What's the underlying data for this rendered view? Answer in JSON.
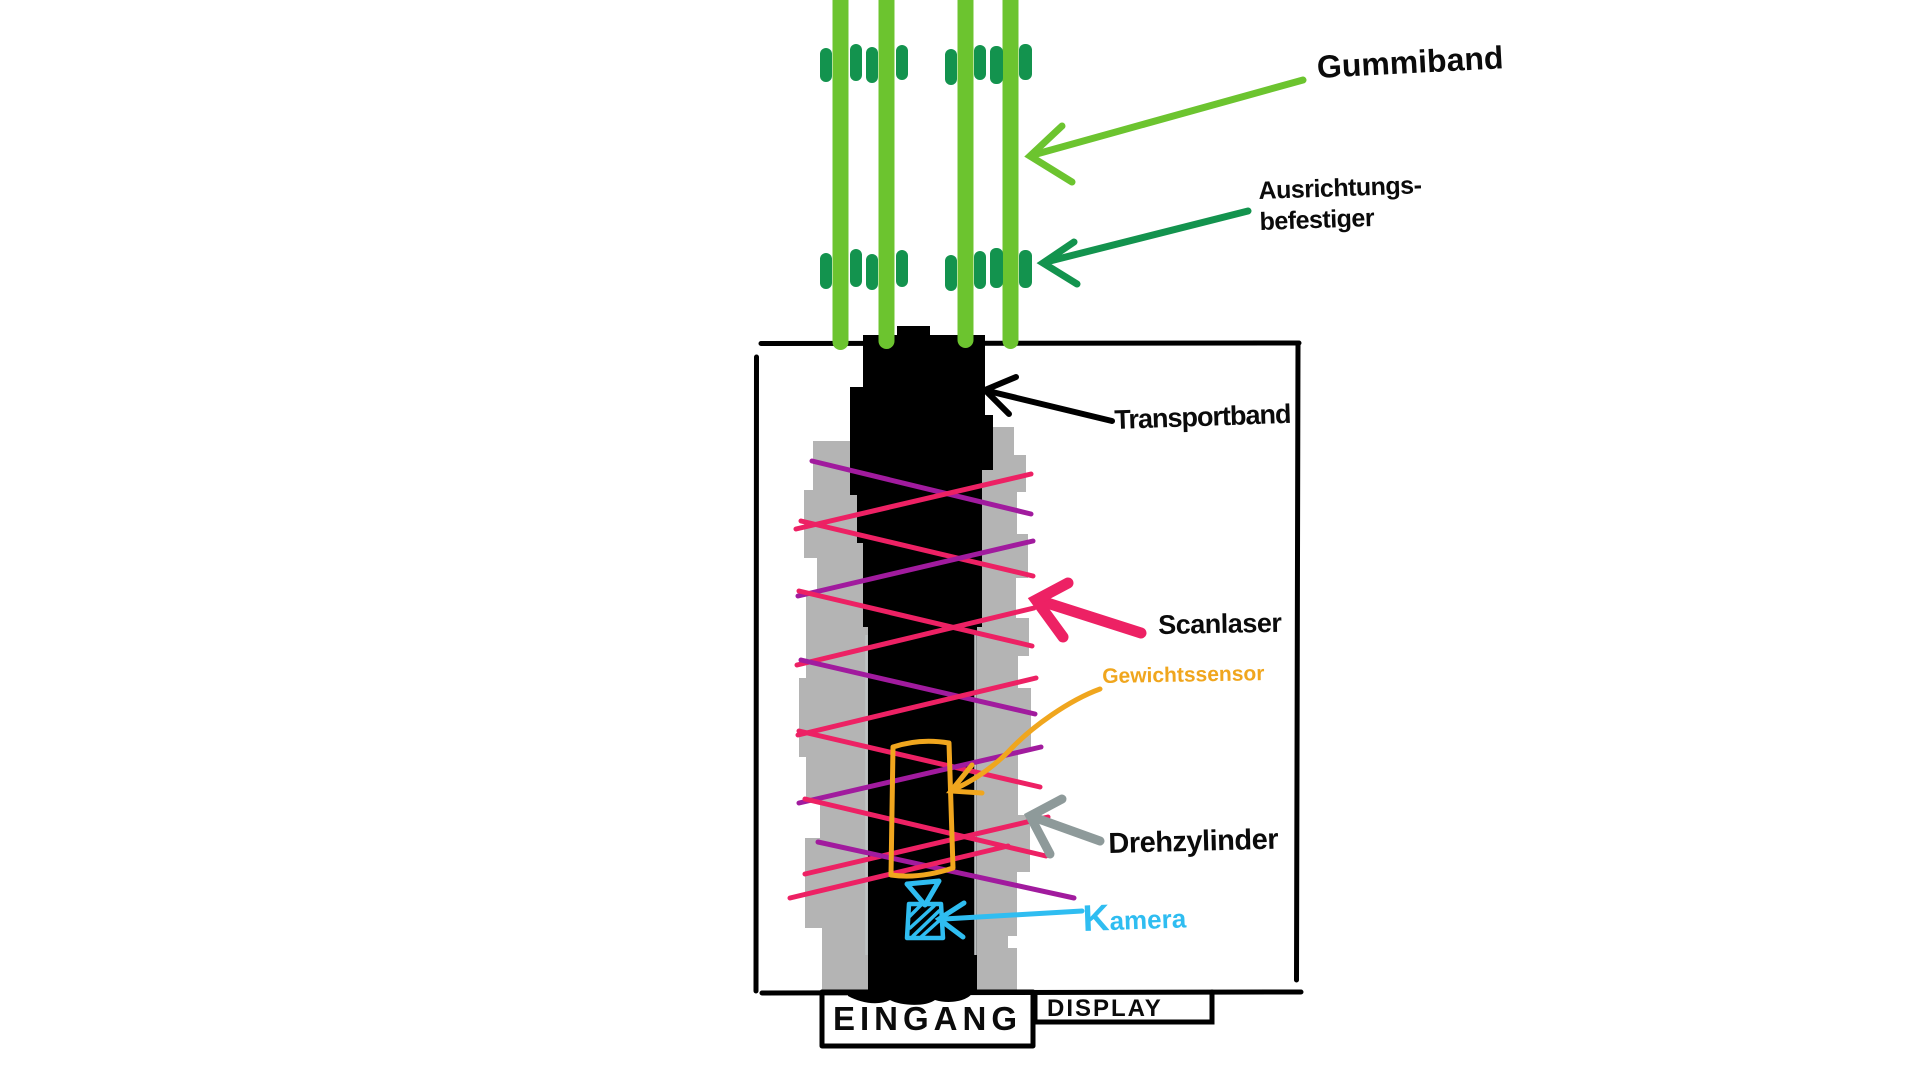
{
  "labels": {
    "gummiband": "Gummiband",
    "ausrichtungsbefestiger_line1": "Ausrichtungs-",
    "ausrichtungsbefestiger_line2": "befestiger",
    "transportband": "Transportband",
    "scanlaser": "Scanlaser",
    "gewichtssensor": "Gewichtssensor",
    "drehzylinder": "Drehzylinder",
    "kamera": "Kamera",
    "eingang": "EINGANG",
    "display": "DISPLAY"
  },
  "colors": {
    "band_green": "#6cc42f",
    "fastener_dark_green": "#13934e",
    "laser_pink": "#ed2164",
    "laser_purple": "#a11b9e",
    "sensor_orange": "#f0a61e",
    "cylinder_gray": "#b4b4b4",
    "arrow_gray": "#8e9a9a",
    "camera_blue": "#2fbdf1",
    "ink_black": "#000000"
  },
  "icons": {
    "camera_icon": "hatched box with downward triangle",
    "fastener_dots": "paired oval clips on each band"
  }
}
